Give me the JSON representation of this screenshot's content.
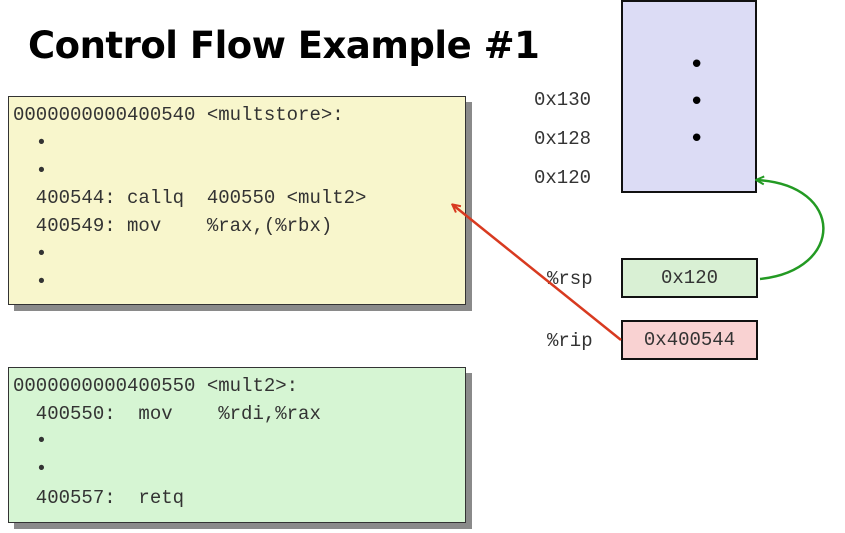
{
  "title": "Control Flow Example #1",
  "box1": {
    "lines": [
      "0000000000400540 <multstore>:",
      "  •",
      "  •",
      "  400544: callq  400550 <mult2>",
      "  400549: mov    %rax,(%rbx)",
      "  •",
      "  •"
    ]
  },
  "box2": {
    "lines": [
      "0000000000400550 <mult2>:",
      "  400550:  mov    %rdi,%rax",
      "  •",
      "  •",
      "  400557:  retq"
    ]
  },
  "stack": {
    "addresses": [
      "0x130",
      "0x128",
      "0x120"
    ],
    "dots": [
      "•",
      "•",
      "•"
    ]
  },
  "registers": {
    "rsp": {
      "label": "%rsp",
      "value": "0x120"
    },
    "rip": {
      "label": "%rip",
      "value": "0x400544"
    }
  },
  "colors": {
    "box1_bg": "#f8f6cc",
    "box2_bg": "#d6f5d3",
    "stack_bg": "#dcdcf5",
    "rsp_bg": "#d9f0d4",
    "rip_bg": "#f9d2d2",
    "rip_arrow": "#d83a20",
    "rsp_arrow": "#239a23"
  }
}
